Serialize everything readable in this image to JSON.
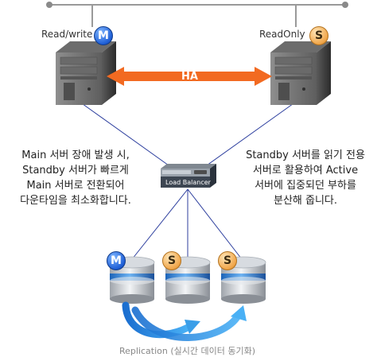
{
  "servers": {
    "primary": {
      "label": "Read/write",
      "badge": "M"
    },
    "standby": {
      "label": "ReadOnly",
      "badge": "S"
    }
  },
  "ha_label": "HA",
  "load_balancer_label": "Load Balancer",
  "left_description": [
    "Main 서버 장애 발생 시,",
    "Standby 서버가 빠르게",
    "Main 서버로 전환되어",
    "다운타임을 최소화합니다."
  ],
  "right_description": [
    "Standby 서버를 읽기 전용",
    "서버로 활용하여 Active",
    "서버에 집중되던 부하를",
    "분산해 줍니다."
  ],
  "databases": [
    {
      "badge": "M"
    },
    {
      "badge": "S"
    },
    {
      "badge": "S"
    }
  ],
  "replication_caption": "Replication (실시간 데이터 동기화)",
  "colors": {
    "ha_arrow": "#f26a21",
    "network_line": "#2c3e9e",
    "master_badge": "#1f5fd6",
    "slave_badge": "#f0a64a",
    "replication_arrow": "#2a8fe0"
  }
}
